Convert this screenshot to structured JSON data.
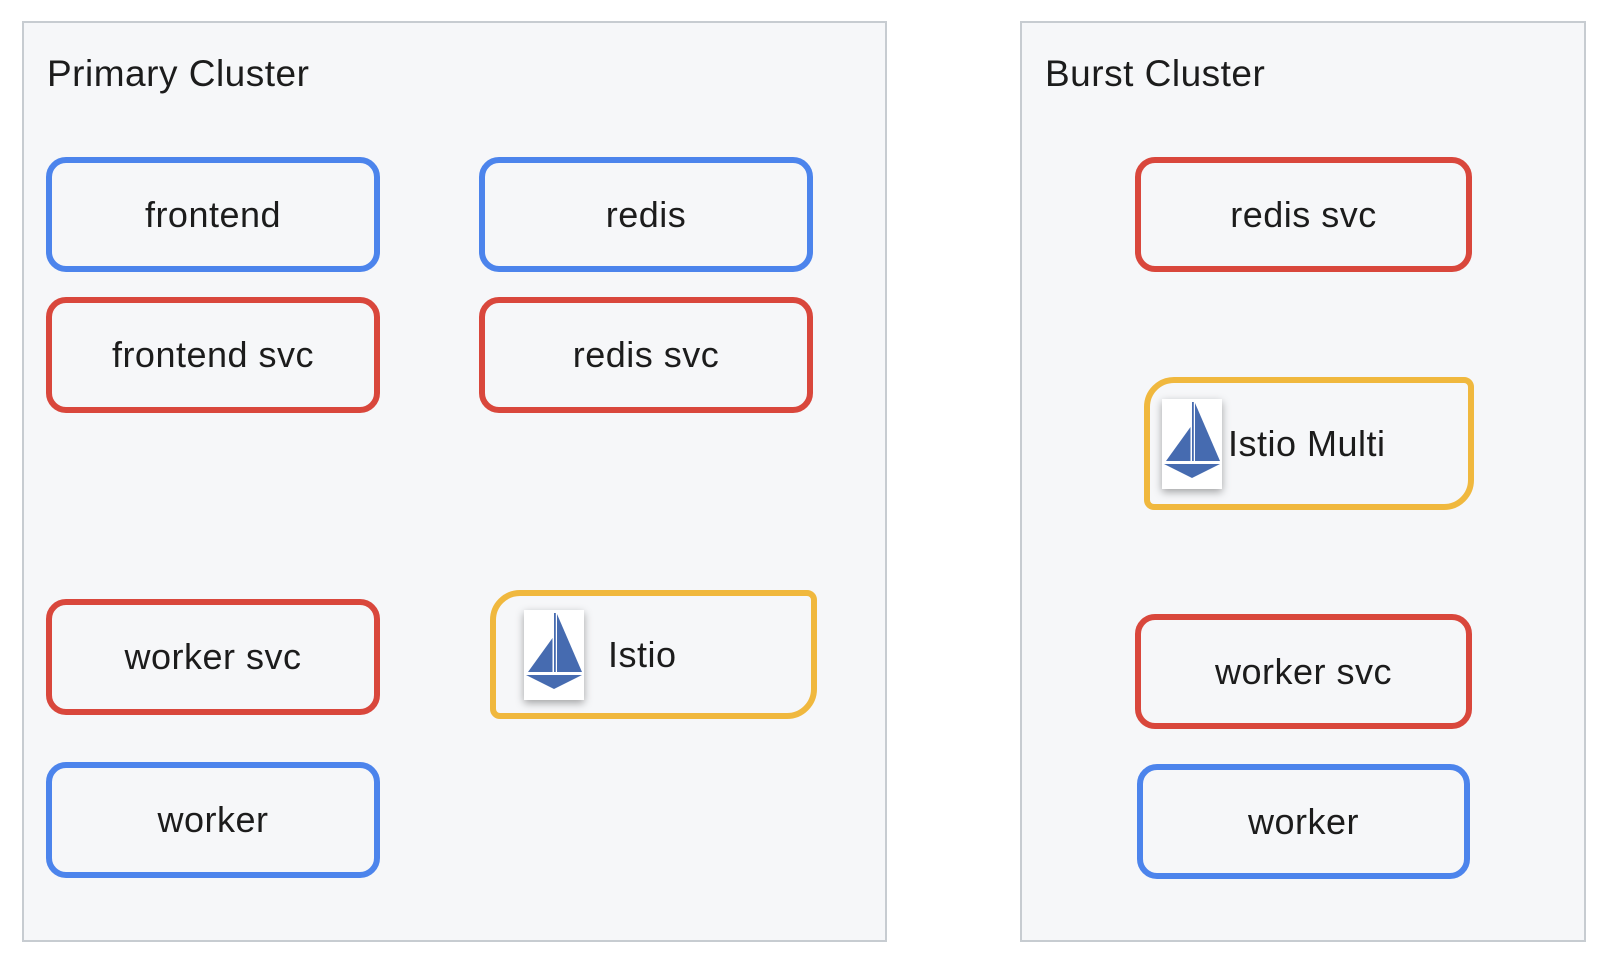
{
  "diagram": {
    "clusters": [
      {
        "title": "Primary Cluster",
        "nodes": [
          {
            "label": "frontend",
            "kind": "blue"
          },
          {
            "label": "redis",
            "kind": "blue"
          },
          {
            "label": "frontend svc",
            "kind": "red"
          },
          {
            "label": "redis svc",
            "kind": "red"
          },
          {
            "label": "worker svc",
            "kind": "red"
          },
          {
            "label": "Istio",
            "kind": "yellow",
            "icon": "istio-sailboat"
          },
          {
            "label": "worker",
            "kind": "blue"
          }
        ]
      },
      {
        "title": "Burst Cluster",
        "nodes": [
          {
            "label": "redis svc",
            "kind": "red"
          },
          {
            "label": "Istio Multi",
            "kind": "yellow",
            "icon": "istio-sailboat"
          },
          {
            "label": "worker svc",
            "kind": "red"
          },
          {
            "label": "worker",
            "kind": "blue"
          }
        ]
      }
    ],
    "colors": {
      "node_blue_border": "#4c84ec",
      "node_red_border": "#d9473c",
      "node_yellow_border": "#f0b83e",
      "cluster_background": "#f6f7f9",
      "cluster_border": "#c7ccd1",
      "istio_logo_blue": "#466bb0",
      "text": "#1c1c1c"
    }
  }
}
